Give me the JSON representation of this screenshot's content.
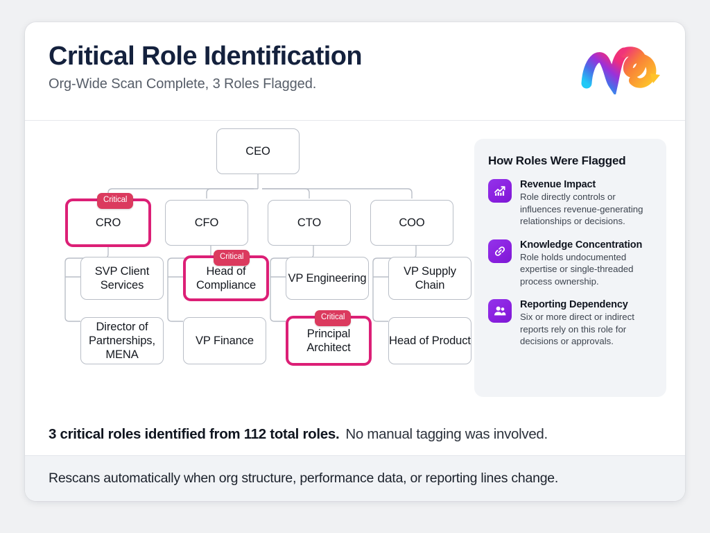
{
  "header": {
    "title": "Critical Role Identification",
    "subtitle": "Org-Wide Scan Complete, 3 Roles Flagged.",
    "logo_name": "me-logo"
  },
  "org_chart": {
    "badge_label": "Critical",
    "nodes": [
      {
        "id": "ceo",
        "label": "CEO",
        "critical": false
      },
      {
        "id": "cro",
        "label": "CRO",
        "critical": true
      },
      {
        "id": "cfo",
        "label": "CFO",
        "critical": false
      },
      {
        "id": "cto",
        "label": "CTO",
        "critical": false
      },
      {
        "id": "coo",
        "label": "COO",
        "critical": false
      },
      {
        "id": "svp-client",
        "label": "SVP Client Services",
        "critical": false
      },
      {
        "id": "dir-mena",
        "label": "Director of Partnerships, MENA",
        "critical": false
      },
      {
        "id": "head-comp",
        "label": "Head of Compliance",
        "critical": true
      },
      {
        "id": "vp-finance",
        "label": "VP Finance",
        "critical": false
      },
      {
        "id": "vp-eng",
        "label": "VP Engineering",
        "critical": false
      },
      {
        "id": "prin-arch",
        "label": "Principal Architect",
        "critical": true
      },
      {
        "id": "vp-supply",
        "label": "VP Supply Chain",
        "critical": false
      },
      {
        "id": "head-prod",
        "label": "Head of Product",
        "critical": false
      }
    ]
  },
  "panel": {
    "title": "How Roles Were Flagged",
    "items": [
      {
        "icon": "chart-trending-up-icon",
        "name": "Revenue Impact",
        "desc": "Role directly controls or influences revenue-generating relationships or decisions."
      },
      {
        "icon": "link-chain-icon",
        "name": "Knowledge Concentration",
        "desc": "Role holds undocumented expertise or single-threaded process ownership."
      },
      {
        "icon": "users-group-icon",
        "name": "Reporting Dependency",
        "desc": "Six or more direct or indirect reports rely on this role for decisions or approvals."
      }
    ]
  },
  "summary": {
    "bold": "3 critical roles identified from 112 total roles.",
    "light": "No manual tagging was involved."
  },
  "footer": {
    "text": "Rescans automatically when org structure, performance data, or reporting lines change."
  },
  "colors": {
    "critical_border": "#dc1f76",
    "badge_bg": "#db3a5e",
    "icon_purple": "#8b21e0",
    "title": "#14213d",
    "panel_bg": "#f2f4f7",
    "footer_bg": "#f1f3f6"
  }
}
